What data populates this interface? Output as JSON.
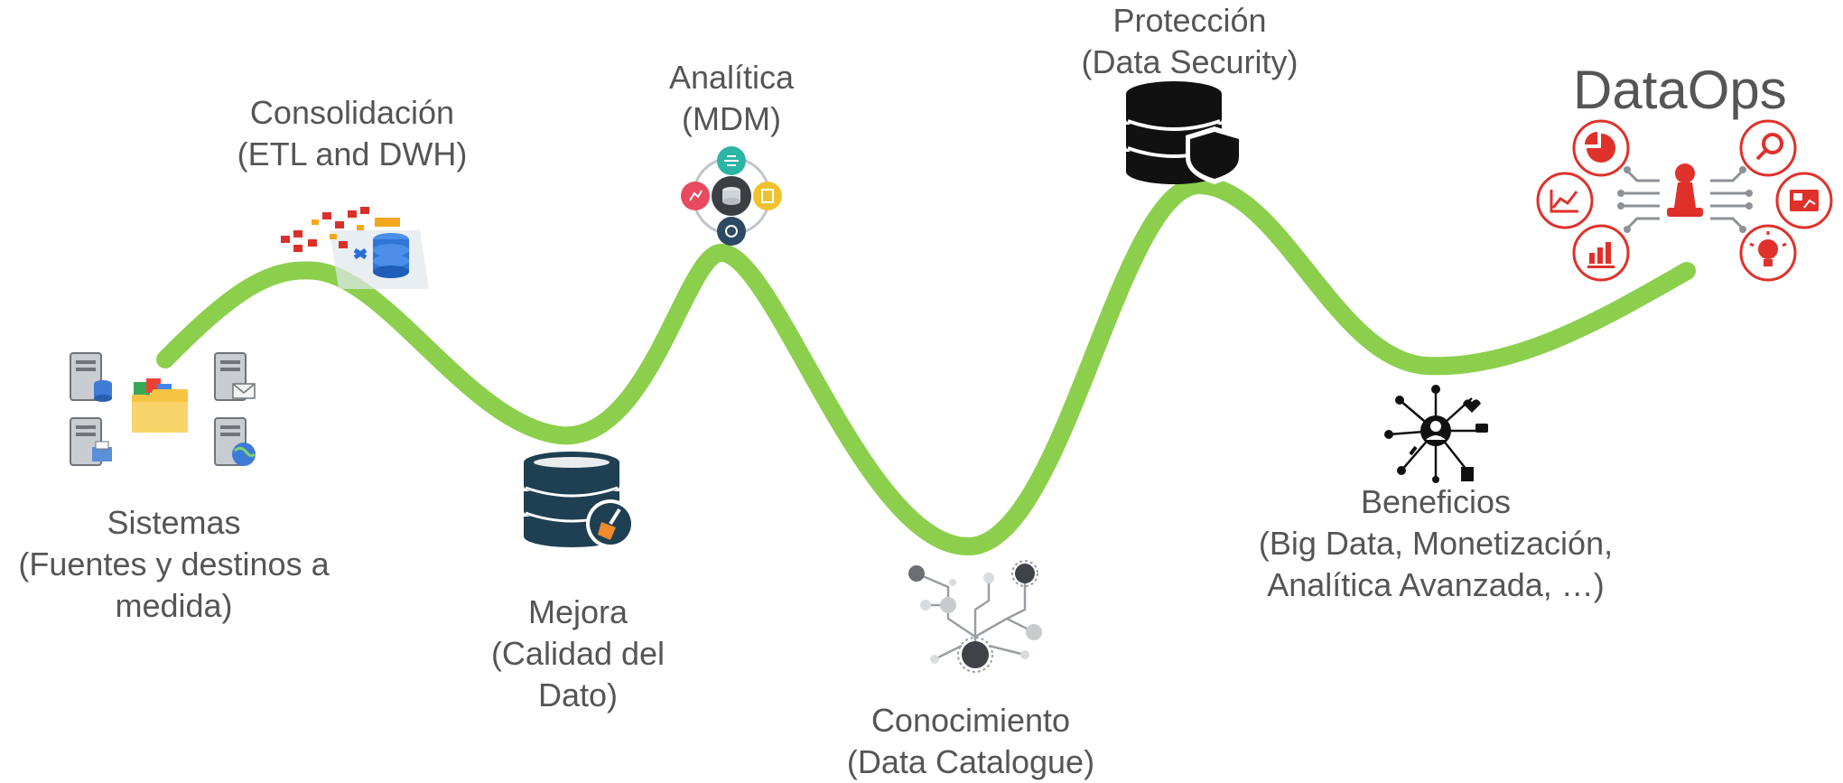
{
  "diagram": {
    "stages": [
      {
        "id": "sistemas",
        "lines": [
          "Sistemas",
          "(Fuentes y destinos a",
          "medida)"
        ]
      },
      {
        "id": "consolidacion",
        "lines": [
          "Consolidación",
          "(ETL and DWH)"
        ]
      },
      {
        "id": "mejora",
        "lines": [
          "Mejora",
          "(Calidad del",
          "Dato)"
        ]
      },
      {
        "id": "analitica",
        "lines": [
          "Analítica",
          "(MDM)"
        ]
      },
      {
        "id": "conocimiento",
        "lines": [
          "Conocimiento",
          "(Data Catalogue)"
        ]
      },
      {
        "id": "proteccion",
        "lines": [
          "Protección",
          "(Data Security)"
        ]
      },
      {
        "id": "beneficios",
        "lines": [
          "Beneficios",
          "(Big Data, Monetización,",
          "Analítica Avanzada, …)"
        ]
      }
    ],
    "final_title": "DataOps",
    "colors": {
      "curve": "#8ccf4c",
      "text": "#555555",
      "database_dark": "#1f3f52",
      "dataops_red": "#e0302a",
      "mdm_teal": "#2bb5a5",
      "mdm_red": "#e84a5f",
      "mdm_yellow": "#f2c12e",
      "mdm_navy": "#2d4a63"
    }
  }
}
